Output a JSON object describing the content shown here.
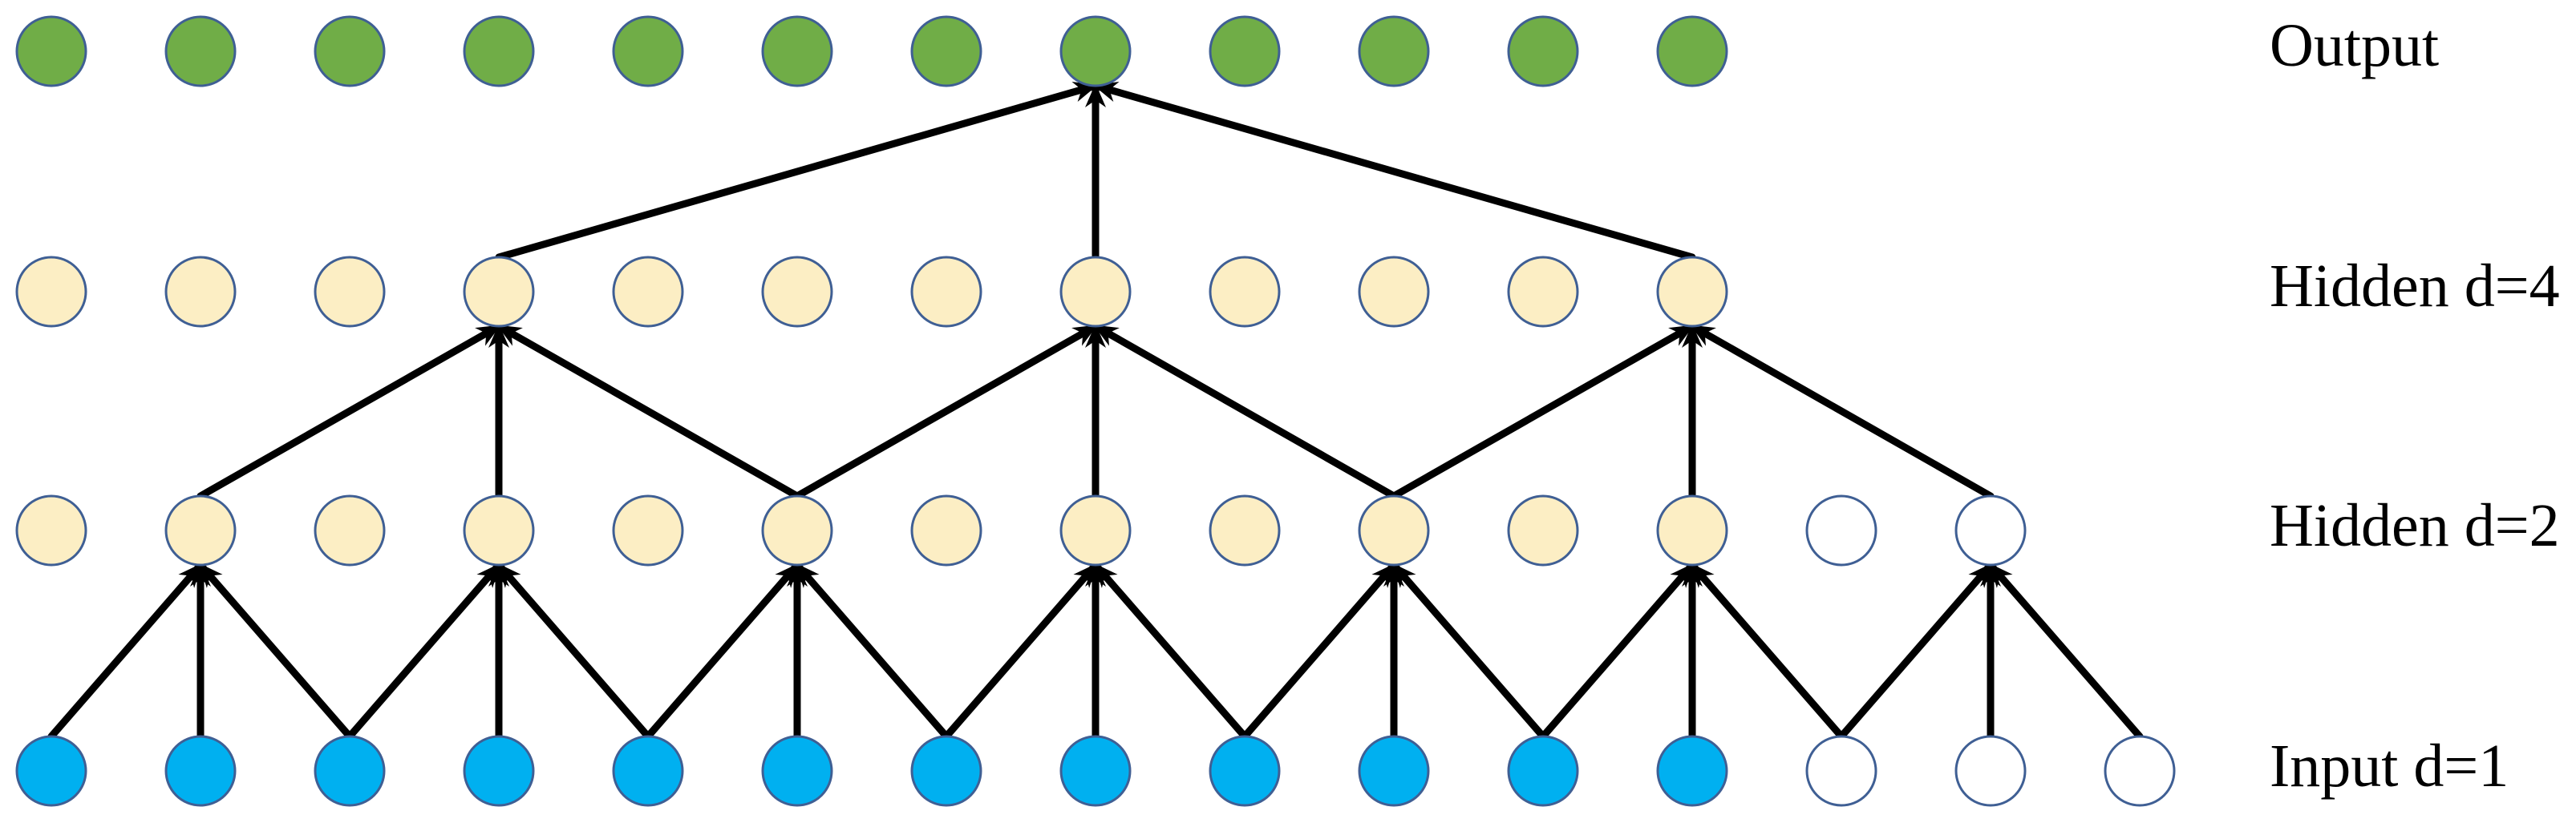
{
  "diagram": {
    "type": "dilated-causal-convolution",
    "colors": {
      "output": "#70AD47",
      "hidden": "#FCEEC4",
      "input": "#00B0F0",
      "padding": "#FFFFFF",
      "node_stroke": "#3F5F94",
      "edge": "#000000"
    },
    "layers": [
      {
        "id": "output",
        "label": "Output",
        "fill": "output",
        "nodes": 12,
        "padding_nodes": 0
      },
      {
        "id": "hidden4",
        "label": "Hidden d=4",
        "fill": "hidden",
        "nodes": 12,
        "padding_nodes": 0
      },
      {
        "id": "hidden2",
        "label": "Hidden d=2",
        "fill": "hidden",
        "nodes": 12,
        "padding_nodes": 2
      },
      {
        "id": "input",
        "label": "Input d=1",
        "fill": "input",
        "nodes": 12,
        "padding_nodes": 3
      }
    ],
    "edges": [
      {
        "from_layer": "hidden4",
        "to_layer": "output",
        "to_nodes": [
          7
        ],
        "from_offsets": [
          -4,
          0,
          4
        ]
      },
      {
        "from_layer": "hidden2",
        "to_layer": "hidden4",
        "to_nodes": [
          3,
          7,
          11
        ],
        "from_offsets": [
          -2,
          0,
          2
        ]
      },
      {
        "from_layer": "input",
        "to_layer": "hidden2",
        "to_nodes": [
          1,
          3,
          5,
          7,
          9,
          11,
          13
        ],
        "from_offsets": [
          -1,
          0,
          1
        ]
      }
    ]
  }
}
